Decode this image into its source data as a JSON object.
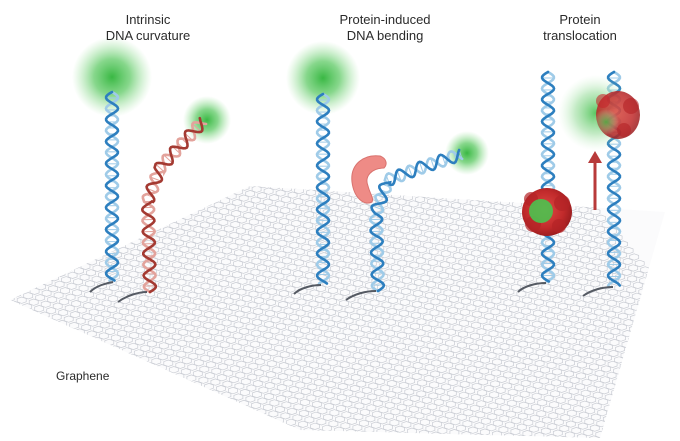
{
  "panels": [
    {
      "title_line1": "Intrinsic",
      "title_line2": "DNA curvature"
    },
    {
      "title_line1": "Protein-induced",
      "title_line2": "DNA bending"
    },
    {
      "title_line1": "Protein",
      "title_line2": "translocation"
    }
  ],
  "graphene_label": "Graphene",
  "colors": {
    "dna_blue": "#2d7fbf",
    "dna_light": "#9fcbe8",
    "dna_red": "#a43a32",
    "dna_red_light": "#e3a39c",
    "fluor_green": "#3fbf4a",
    "protein_pink": "#ee8b86",
    "protein_red": "#c6272b",
    "arrow_red": "#b83a3a",
    "lattice": "#c9ccd3",
    "linker": "#555a63"
  }
}
